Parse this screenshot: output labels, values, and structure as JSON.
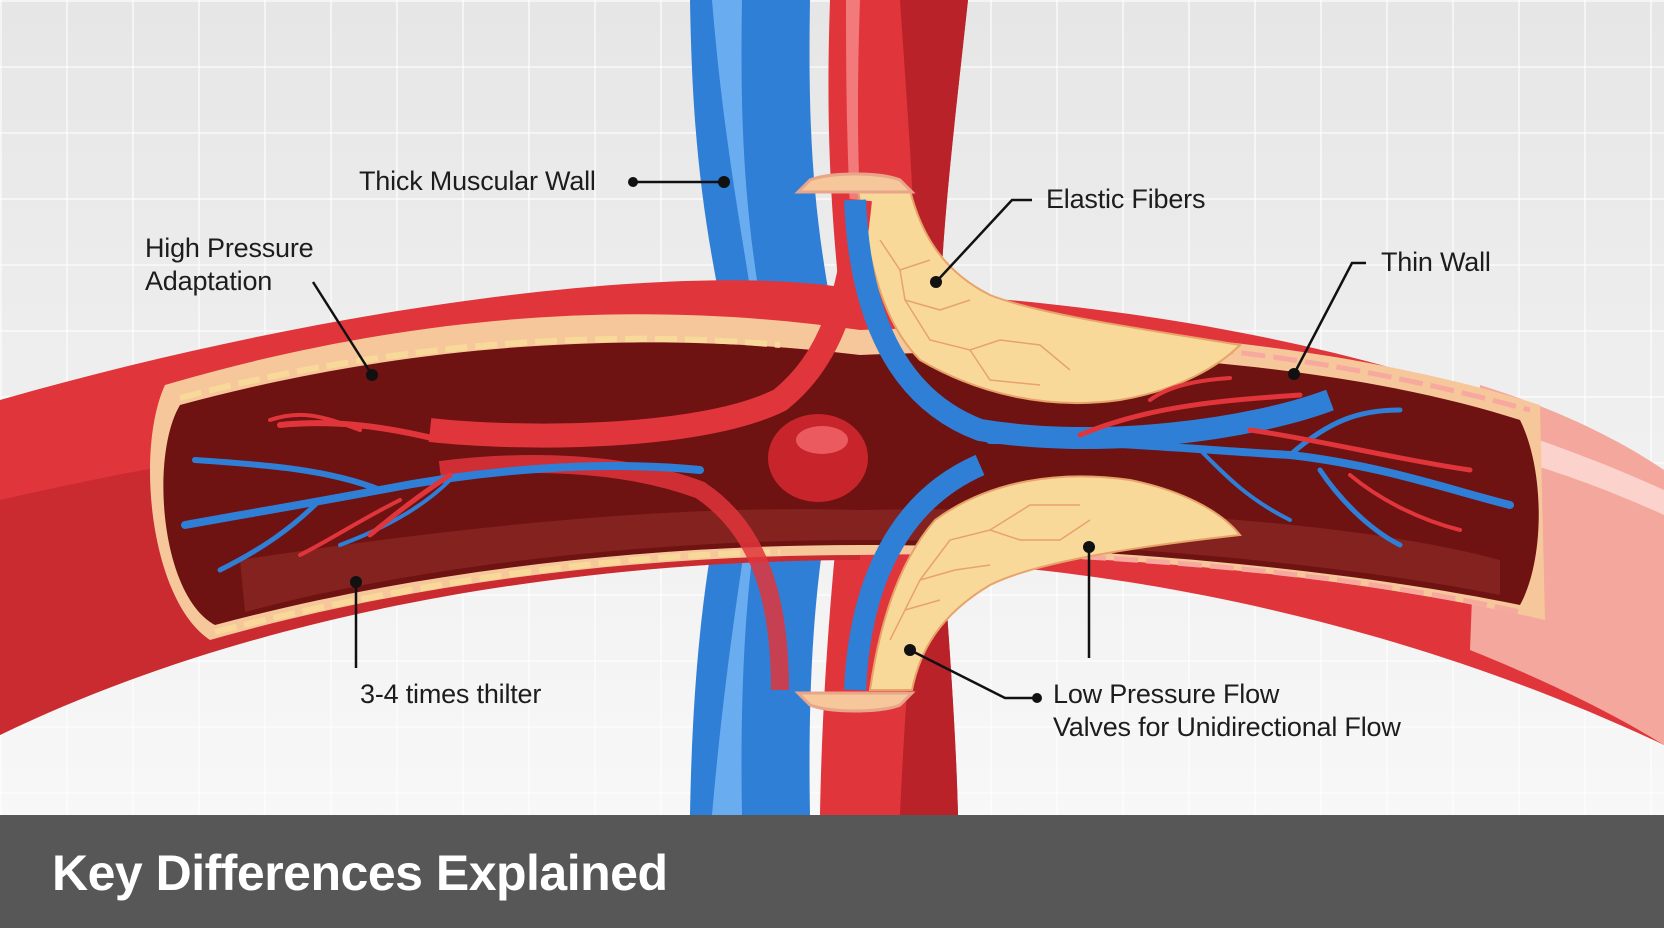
{
  "diagram": {
    "labels": {
      "thick_muscular_wall": "Thick Muscular Wall",
      "high_pressure_line1": "High Pressure",
      "high_pressure_line2": "Adaptation",
      "elastic_fibers": "Elastic Fibers",
      "thin_wall": "Thin Wall",
      "thicker": "3-4 times thilter",
      "low_pressure_flow": "Low Pressure Flow",
      "valves": "Valves for Unidirectional Flow"
    },
    "colors": {
      "artery": "#e0353b",
      "artery_dark": "#a51f24",
      "vein": "#2f7fd6",
      "vein_light": "#6aacf0",
      "lumen": "#6e1212",
      "wall_cream": "#f6c79a",
      "fat_yellow": "#f9d999",
      "pink_end": "#f4a79c"
    }
  },
  "footer": {
    "title": "Key Differences Explained",
    "background": "#575757"
  }
}
